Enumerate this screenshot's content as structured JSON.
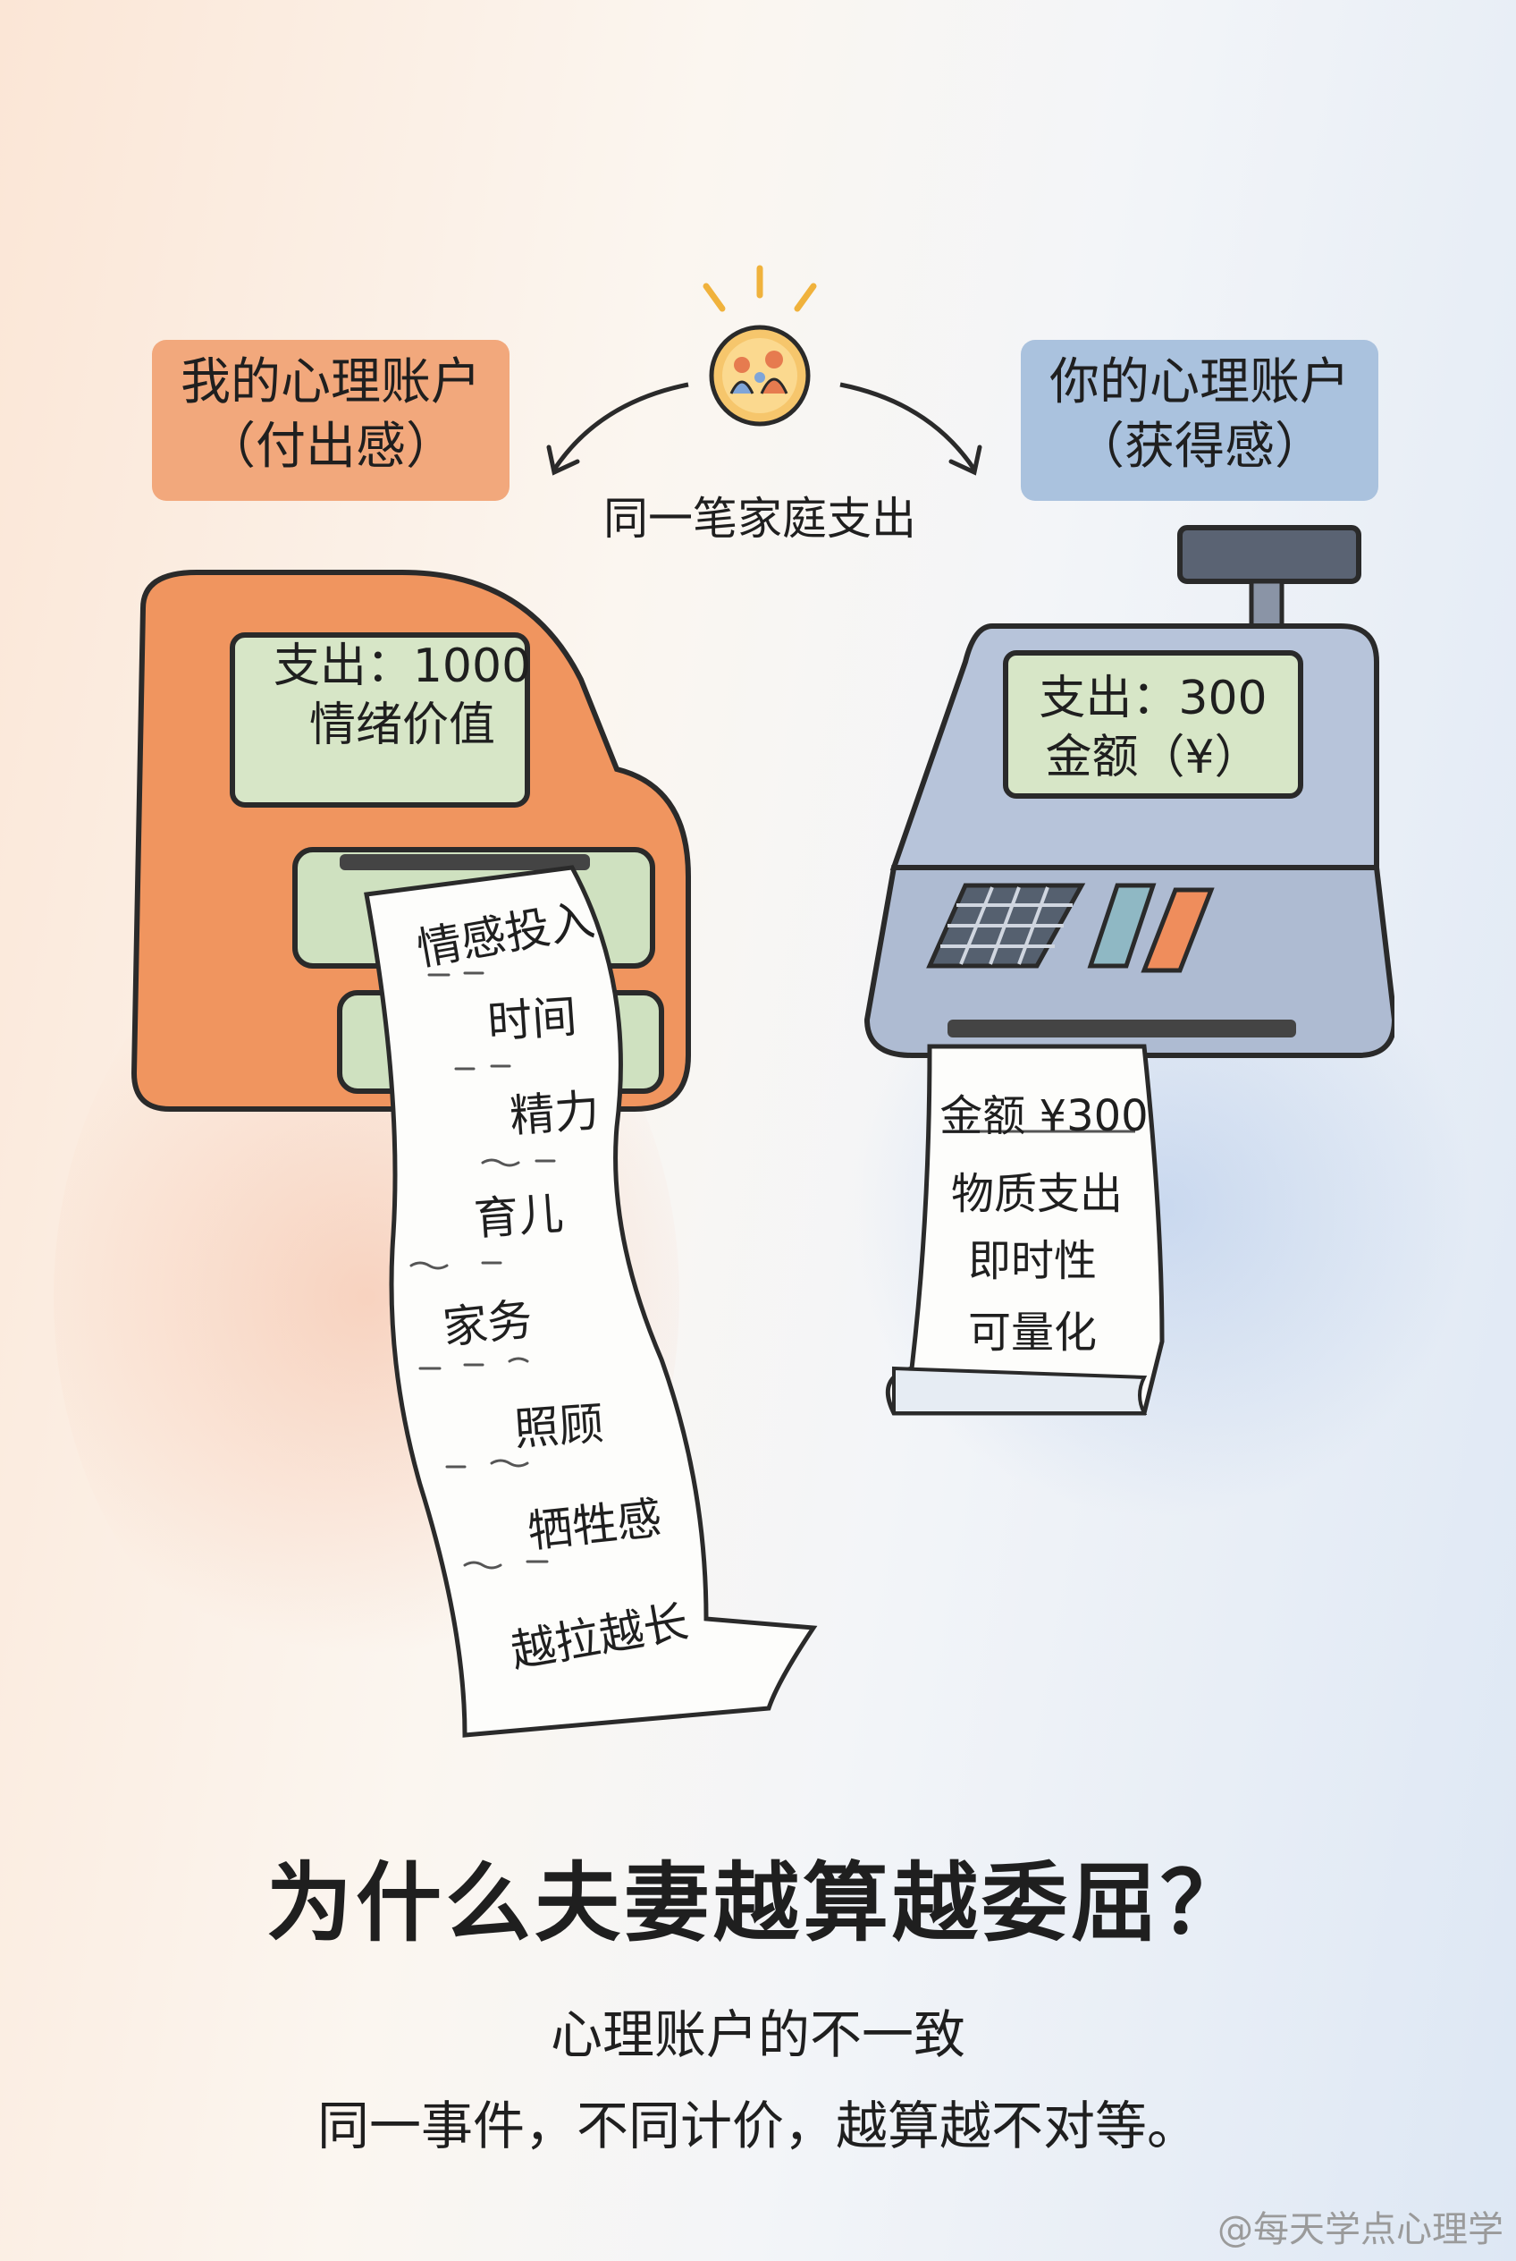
{
  "left_account": {
    "title": "我的心理账户",
    "subtitle": "（付出感）"
  },
  "right_account": {
    "title": "你的心理账户",
    "subtitle": "（获得感）"
  },
  "center": {
    "label": "同一笔家庭支出"
  },
  "left_machine": {
    "screen_line1": "支出：1000",
    "screen_line2": "情绪价值",
    "receipt_items": [
      "情感投入",
      "时间",
      "精力",
      "育儿",
      "家务",
      "照顾",
      "牺牲感",
      "越拉越长"
    ]
  },
  "right_machine": {
    "screen_line1": "支出：300",
    "screen_line2": "金额（¥）",
    "receipt_items": [
      "金额 ¥300",
      "物质支出",
      "即时性",
      "可量化"
    ]
  },
  "title": "为什么夫妻越算越委屈？",
  "subtitle_line1": "心理账户的不一致",
  "subtitle_line2": "同一事件，不同计价，越算越不对等。",
  "watermark": "@每天学点心理学",
  "colors": {
    "orange": "#f2a87c",
    "blue": "#aac2de",
    "screen_green": "#d7e6c7"
  }
}
